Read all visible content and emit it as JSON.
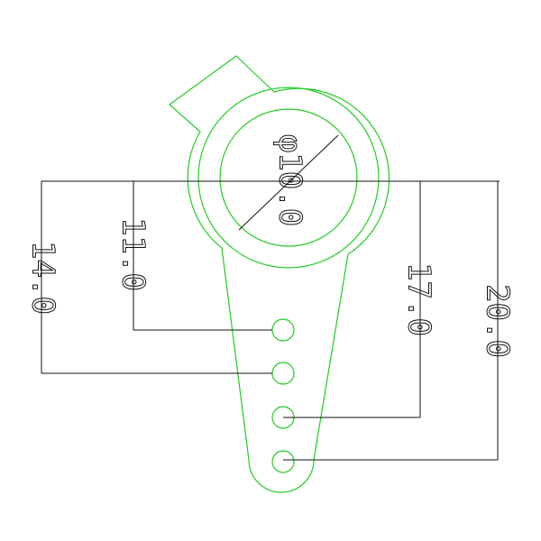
{
  "colors": {
    "part": "#22cc22",
    "dimension": "#111111",
    "background": "#ffffff"
  },
  "dimensions": {
    "diameter_label": "φ10.0",
    "hole_a_label": "14.0",
    "hole_b_label": "11.0",
    "hole_c_label": "17.0",
    "hole_d_label": "20.0"
  }
}
